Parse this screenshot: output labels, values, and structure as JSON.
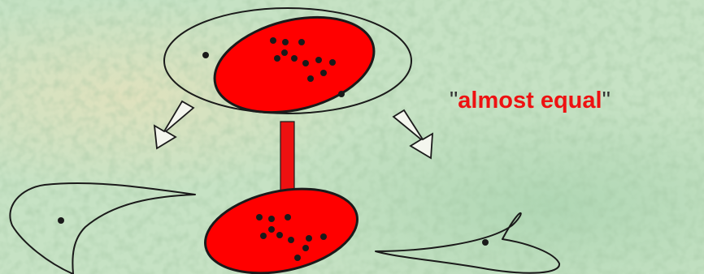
{
  "background": {
    "texture": "crackled-parchment",
    "colors": [
      "#c6e2c4",
      "#b6d9b9",
      "#e8e1bb"
    ]
  },
  "caption": {
    "open_quote": "\"",
    "text": "almost equal",
    "close_quote": "\"",
    "color": "#ee1111"
  },
  "shapes": {
    "fill_color": "#ff0000",
    "outline_color": "#1a1a1a",
    "dot_color": "#1a1a1a"
  },
  "arrows": {
    "left": {
      "style": "hollow"
    },
    "middle": {
      "style": "filled",
      "color": "#ee1111"
    },
    "right": {
      "style": "hollow"
    }
  }
}
